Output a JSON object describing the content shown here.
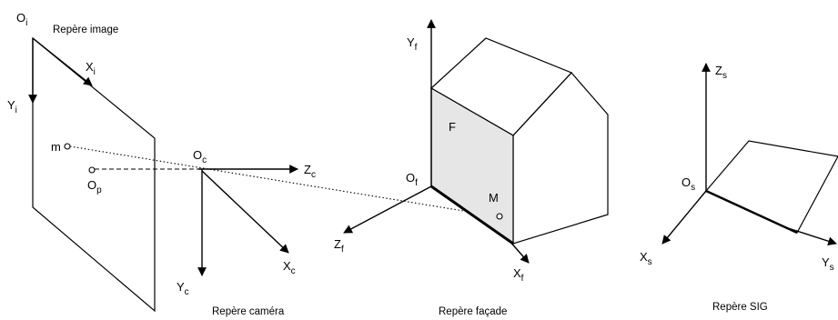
{
  "frames": {
    "image": {
      "caption": "Repère image",
      "origin": {
        "base": "O",
        "sub": "i"
      },
      "x_axis": {
        "base": "X",
        "sub": "i"
      },
      "y_axis": {
        "base": "Y",
        "sub": "i"
      },
      "image_point": "m",
      "principal_point": {
        "base": "O",
        "sub": "p"
      }
    },
    "camera": {
      "caption": "Repère caméra",
      "origin": {
        "base": "O",
        "sub": "c"
      },
      "z_axis": {
        "base": "Z",
        "sub": "c"
      },
      "x_axis": {
        "base": "X",
        "sub": "c"
      },
      "y_axis": {
        "base": "Y",
        "sub": "c"
      }
    },
    "facade": {
      "caption": "Repère façade",
      "origin": {
        "base": "O",
        "sub": "f"
      },
      "y_axis": {
        "base": "Y",
        "sub": "f"
      },
      "z_axis": {
        "base": "Z",
        "sub": "f"
      },
      "x_axis": {
        "base": "X",
        "sub": "f"
      },
      "face_label": "F",
      "point_label": "M"
    },
    "sig": {
      "caption": "Repère SIG",
      "origin": {
        "base": "O",
        "sub": "s"
      },
      "z_axis": {
        "base": "Z",
        "sub": "s"
      },
      "x_axis": {
        "base": "X",
        "sub": "s"
      },
      "y_axis": {
        "base": "Y",
        "sub": "s"
      }
    }
  },
  "colors": {
    "stroke": "#000000",
    "facade_fill": "#e6e6e6"
  }
}
